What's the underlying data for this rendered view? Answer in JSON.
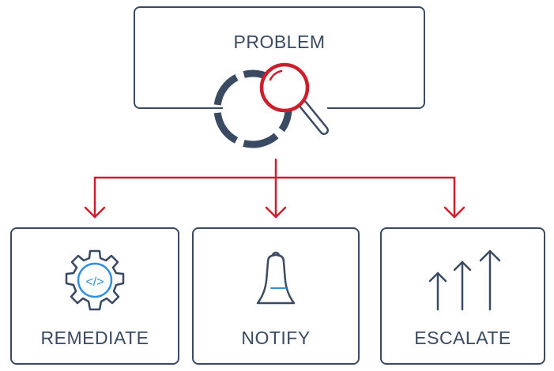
{
  "problem": {
    "label": "PROBLEM",
    "icon": "search-magnifier-icon"
  },
  "actions": [
    {
      "label": "REMEDIATE",
      "icon": "gear-code-icon"
    },
    {
      "label": "NOTIFY",
      "icon": "bell-icon"
    },
    {
      "label": "ESCALATE",
      "icon": "arrows-up-icon"
    }
  ],
  "colors": {
    "stroke": "#3a4a63",
    "accent": "#cc1f2d",
    "code": "#2f8fe0"
  }
}
